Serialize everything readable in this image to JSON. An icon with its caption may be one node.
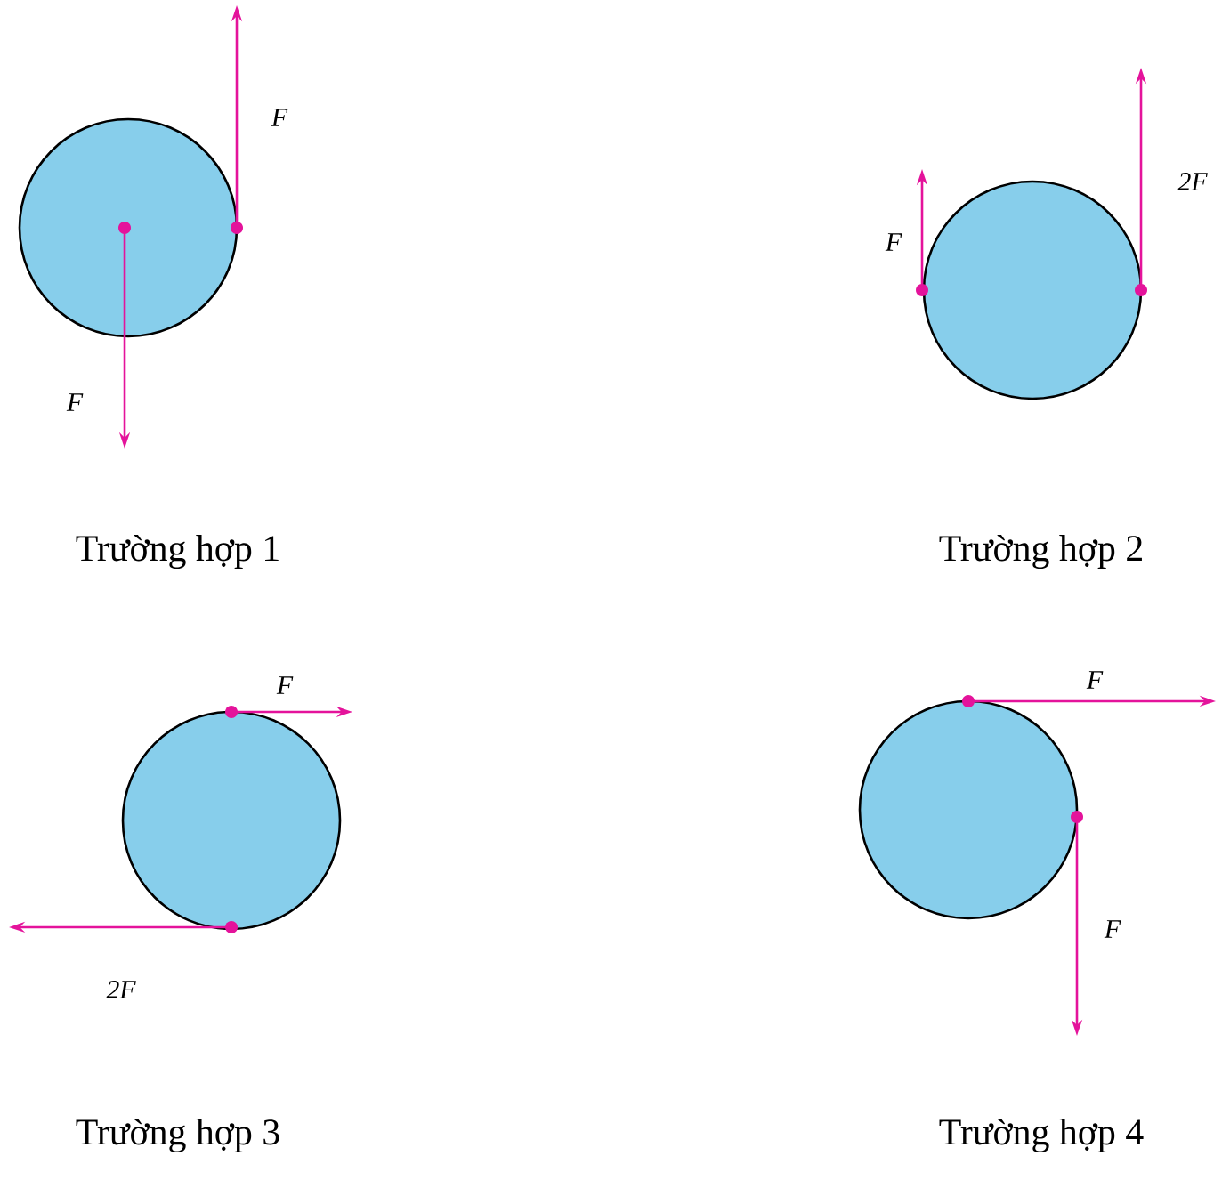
{
  "diagram": {
    "labels": [
      "F",
      "F",
      "Trường hợp 1",
      "F",
      "2F",
      "Trường hợp 2",
      "F",
      "2F",
      "Trường hợp 3",
      "F",
      "F",
      "Trường hợp 4"
    ]
  }
}
